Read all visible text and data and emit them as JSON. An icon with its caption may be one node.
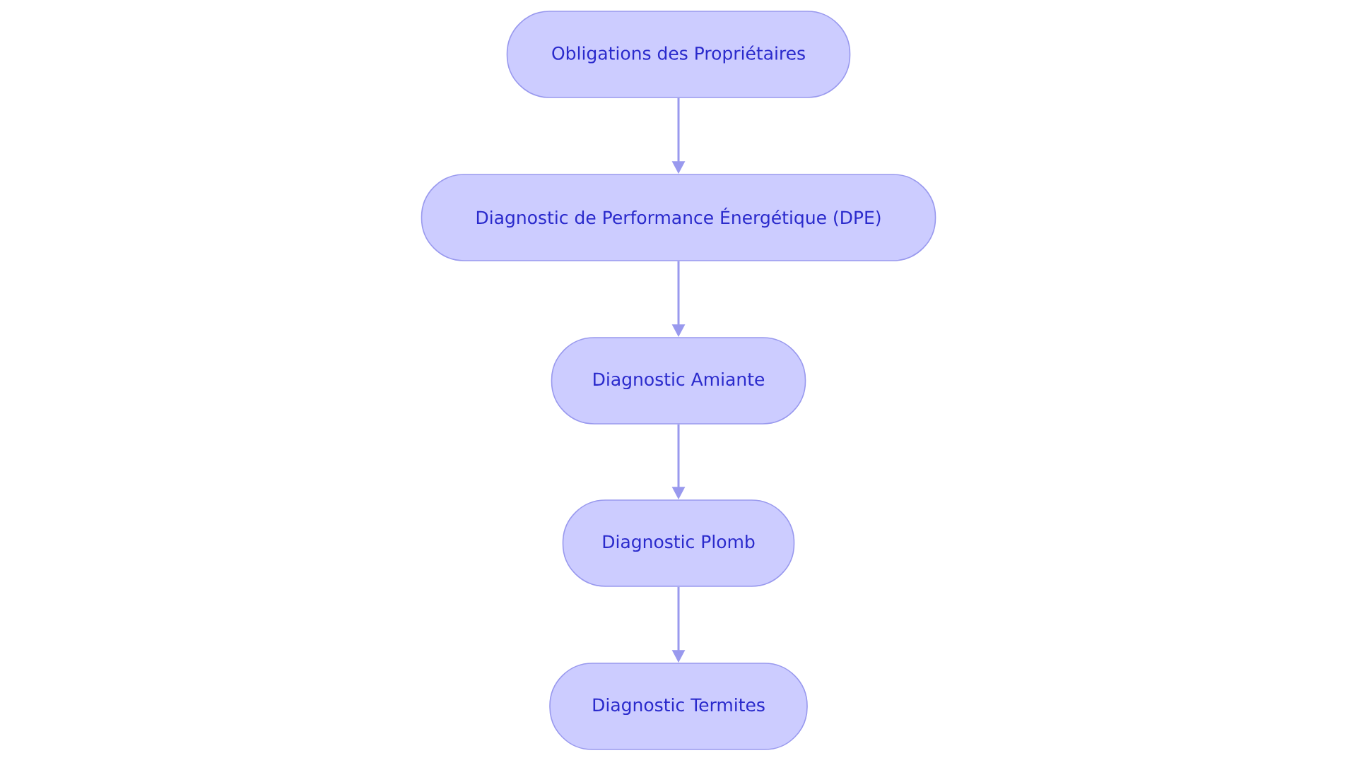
{
  "diagram": {
    "nodes": [
      {
        "text": [
          "Obligations des Propriétaires"
        ]
      },
      {
        "text": [
          "Diagnostic de Performance Énergétique (DPE)"
        ]
      },
      {
        "text": [
          "Diagnostic Amiante"
        ]
      },
      {
        "text": [
          "Diagnostic Plomb"
        ]
      },
      {
        "text": [
          "Diagnostic Termites"
        ]
      }
    ],
    "edges": [
      {
        "from": 0,
        "to": 1,
        "arrow": "to"
      },
      {
        "from": 1,
        "to": 2,
        "arrow": "to"
      },
      {
        "from": 2,
        "to": 3,
        "arrow": "to"
      },
      {
        "from": 3,
        "to": 4,
        "arrow": "to"
      }
    ]
  }
}
